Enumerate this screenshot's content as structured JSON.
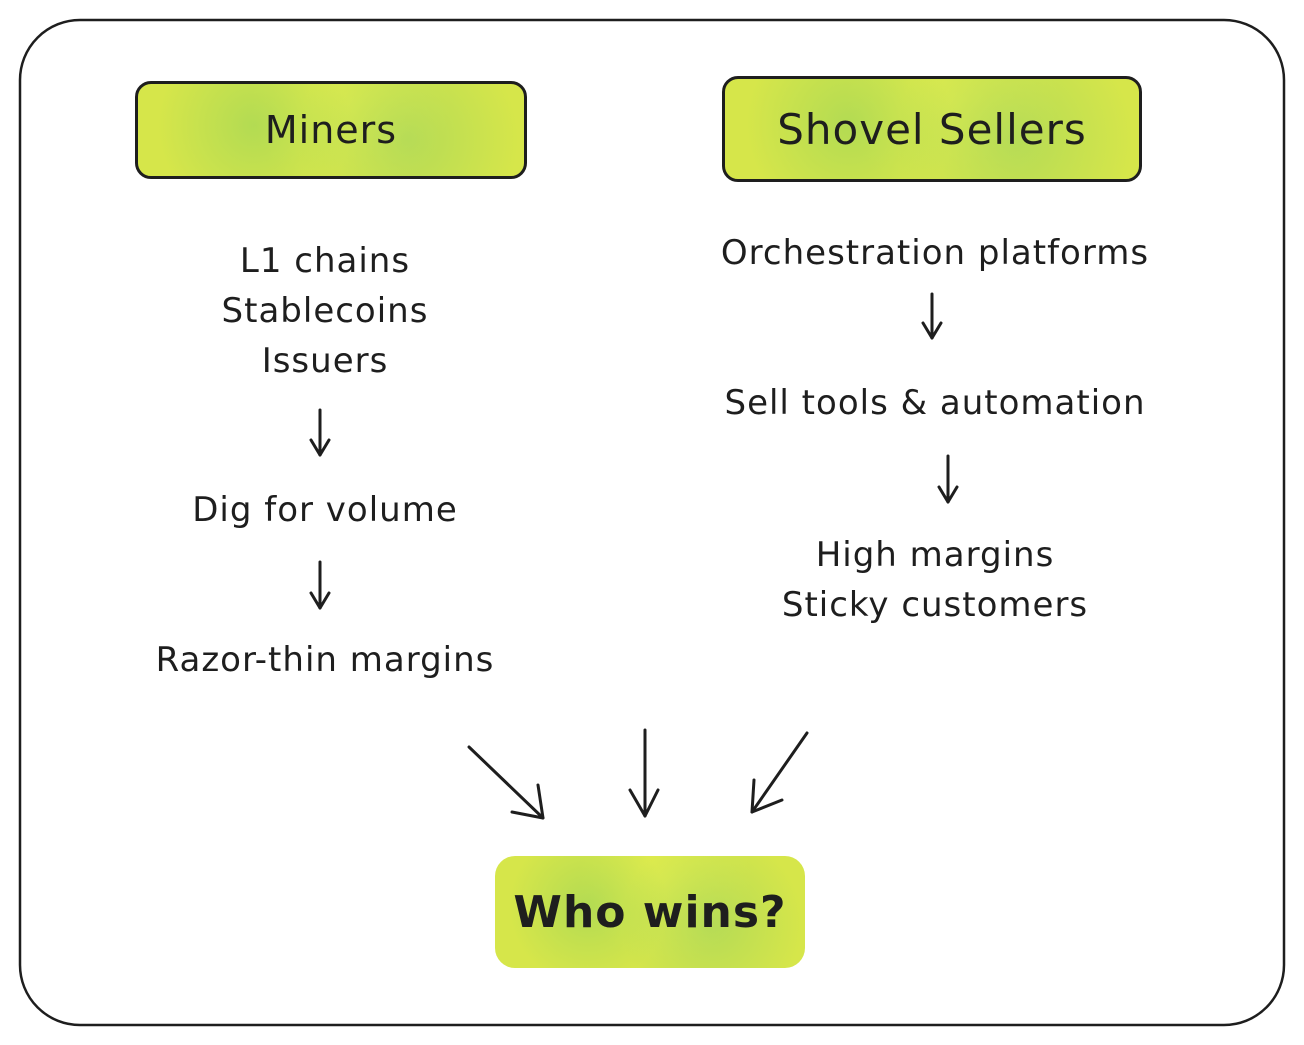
{
  "nodes": {
    "miners": "Miners",
    "shovel_sellers": "Shovel Sellers",
    "who_wins": "Who wins?"
  },
  "left_column": {
    "examples": [
      "L1 chains",
      "Stablecoins",
      "Issuers"
    ],
    "step": "Dig for volume",
    "result": "Razor-thin margins"
  },
  "right_column": {
    "examples": [
      "Orchestration platforms"
    ],
    "step": "Sell tools & automation",
    "result": [
      "High margins",
      "Sticky customers"
    ]
  },
  "colors": {
    "node_fill": "#d6e64a",
    "stroke": "#1e1e1e",
    "background": "#ffffff"
  }
}
